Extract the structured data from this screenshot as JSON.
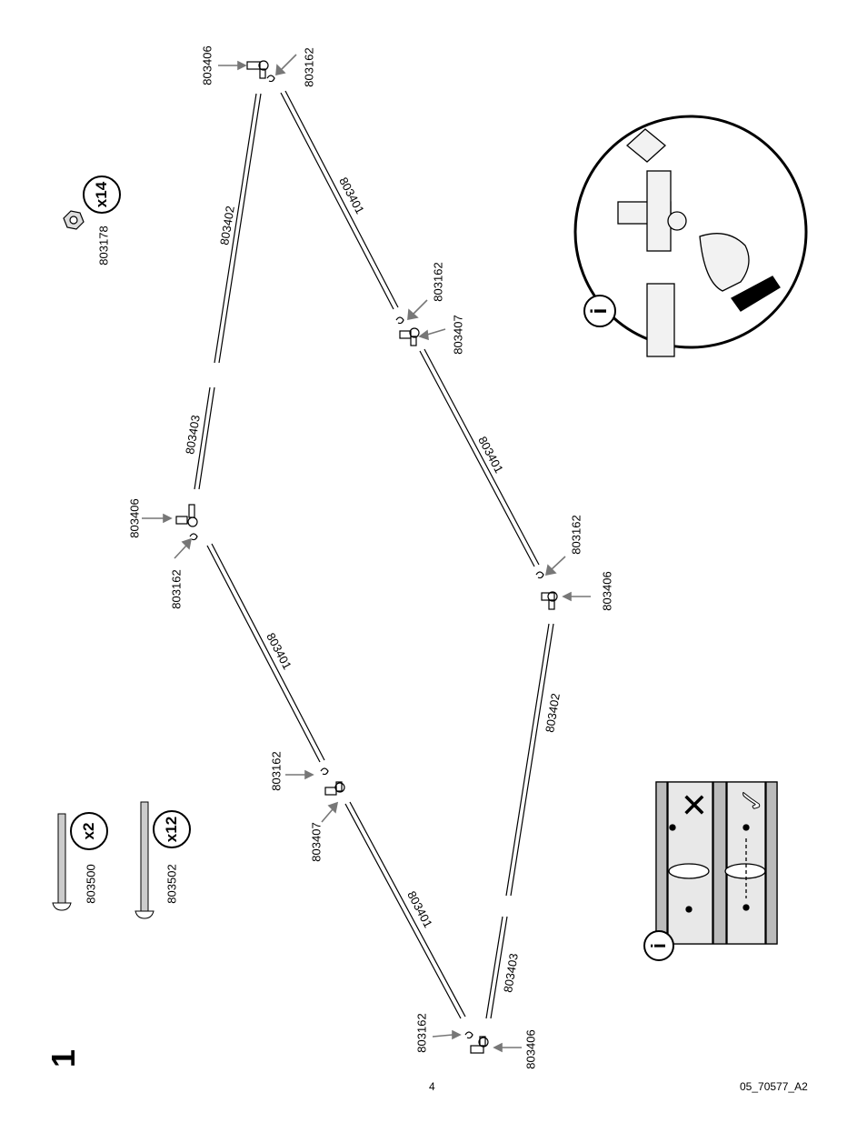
{
  "step_number": "1",
  "page_number": "4",
  "doc_code": "05_70577_A2",
  "hardware": {
    "nut": {
      "part": "803178",
      "qty": "x14"
    },
    "bolt_short": {
      "part": "803500",
      "qty": "x2"
    },
    "bolt_long": {
      "part": "803502",
      "qty": "x12"
    }
  },
  "parts": {
    "connector_corner": "803406",
    "connector_mid": "803407",
    "hook": "803162",
    "pole_long": "803401",
    "pole_mid": "803402",
    "pole_short": "803403"
  },
  "info_icon": "i",
  "info_symbols": {
    "wrong": "✕",
    "right": "✓"
  }
}
